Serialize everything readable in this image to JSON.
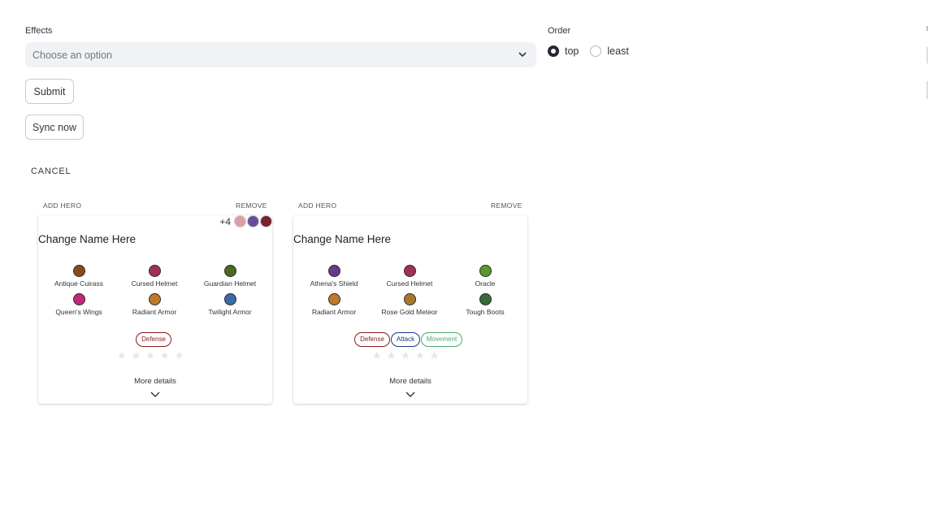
{
  "form": {
    "effects_label": "Effects",
    "effects_placeholder": "Choose an option",
    "order_label": "Order",
    "order_options": [
      {
        "label": "top",
        "selected": true
      },
      {
        "label": "least",
        "selected": false
      }
    ],
    "submit_label": "Submit",
    "sync_label": "Sync now",
    "cancel_label": "CANCEL"
  },
  "cards": [
    {
      "add_hero": "ADD HERO",
      "remove": "REMOVE",
      "extra_count": "+4",
      "avatar_colors": [
        "#d9a0a8",
        "#6a4c9c",
        "#7a2030"
      ],
      "title": "Change Name Here",
      "items": [
        {
          "name": "Antique Cuirass",
          "color": "#8a4a1e",
          "icon": "armor-icon"
        },
        {
          "name": "Cursed Helmet",
          "color": "#a0305a",
          "icon": "helmet-icon"
        },
        {
          "name": "Guardian Helmet",
          "color": "#4a6a1e",
          "icon": "helmet-icon"
        },
        {
          "name": "Queen's Wings",
          "color": "#c0287a",
          "icon": "wings-icon"
        },
        {
          "name": "Radiant Armor",
          "color": "#c0782a",
          "icon": "armor-icon"
        },
        {
          "name": "Twilight Armor",
          "color": "#3a6aa8",
          "icon": "armor-icon"
        }
      ],
      "tags": [
        {
          "label": "Defense",
          "color": "#8b1a1a"
        }
      ],
      "stars": "★★★★★",
      "more_details": "More details"
    },
    {
      "add_hero": "ADD HERO",
      "remove": "REMOVE",
      "title": "Change Name Here",
      "items": [
        {
          "name": "Athena's Shield",
          "color": "#6a3a8a",
          "icon": "shield-icon"
        },
        {
          "name": "Cursed Helmet",
          "color": "#a0305a",
          "icon": "helmet-icon"
        },
        {
          "name": "Oracle",
          "color": "#5a9a2a",
          "icon": "orb-icon"
        },
        {
          "name": "Radiant Armor",
          "color": "#c0782a",
          "icon": "armor-icon"
        },
        {
          "name": "Rose Gold Meteor",
          "color": "#a8782a",
          "icon": "meteor-icon"
        },
        {
          "name": "Tough Boots",
          "color": "#3a6a3a",
          "icon": "boots-icon"
        }
      ],
      "tags": [
        {
          "label": "Defense",
          "color": "#8b1a1a"
        },
        {
          "label": "Attack",
          "color": "#1a3a8b"
        },
        {
          "label": "Movement",
          "color": "#4aa86a"
        }
      ],
      "stars": "★★★★★",
      "more_details": "More details"
    }
  ]
}
